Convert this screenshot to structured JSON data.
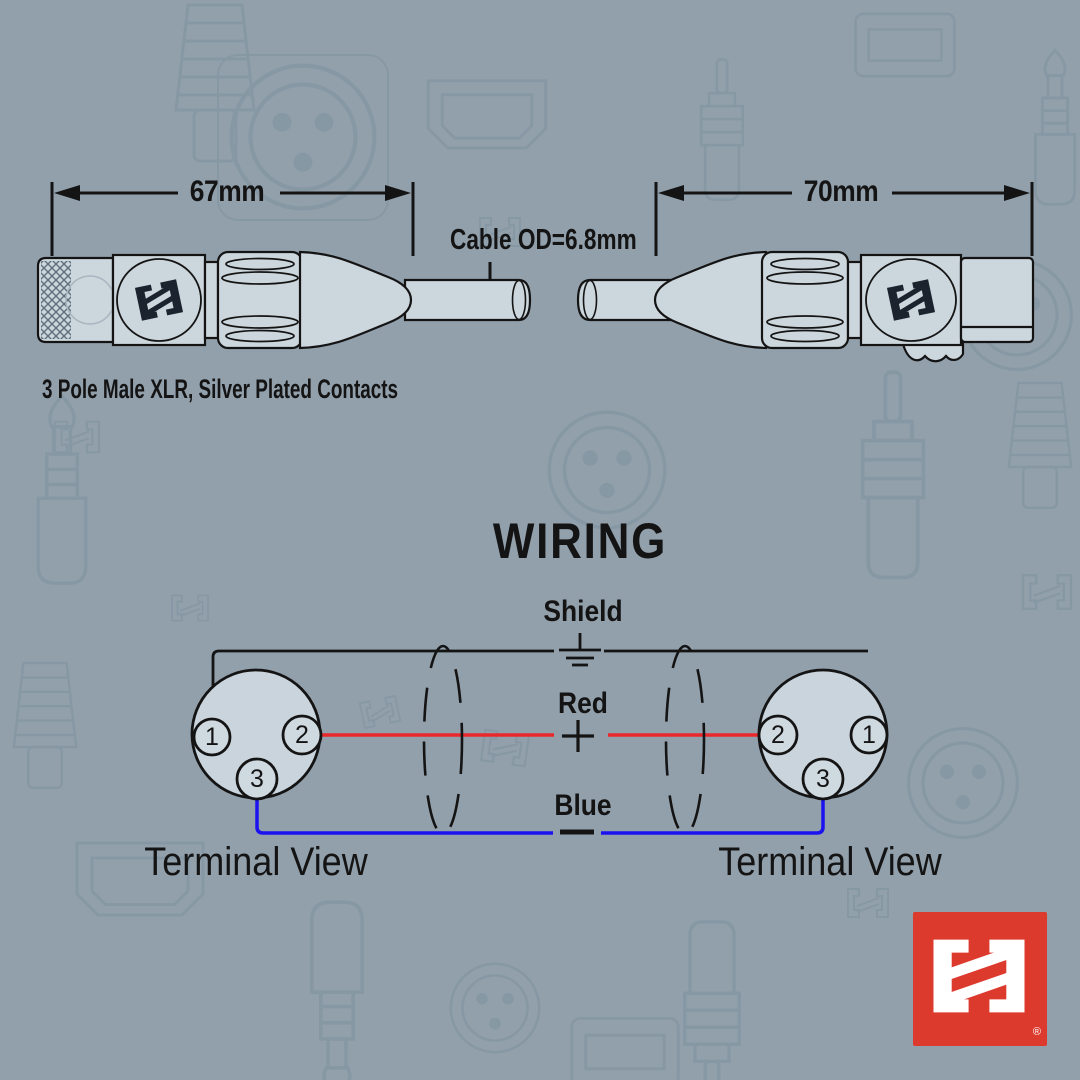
{
  "canvas": {
    "background": "#92a0ac"
  },
  "top_diagram": {
    "dim_left": "67mm",
    "dim_right": "70mm",
    "cable_od": "Cable OD=6.8mm",
    "caption": "3 Pole Male XLR, Silver Plated Contacts"
  },
  "wiring": {
    "title": "WIRING",
    "shield_label": "Shield",
    "red_label": "Red",
    "blue_label": "Blue",
    "wire_colors": {
      "shield": "#141414",
      "red": "#e9282b",
      "blue": "#1b12ef"
    },
    "left_terminal": {
      "caption": "Terminal View",
      "pins": [
        "1",
        "2",
        "3"
      ]
    },
    "right_terminal": {
      "caption": "Terminal View",
      "pins": [
        "2",
        "1",
        "3"
      ]
    }
  },
  "logo": {
    "name": "Hosa",
    "color": "#dd3a2e",
    "registered_mark": "®"
  }
}
